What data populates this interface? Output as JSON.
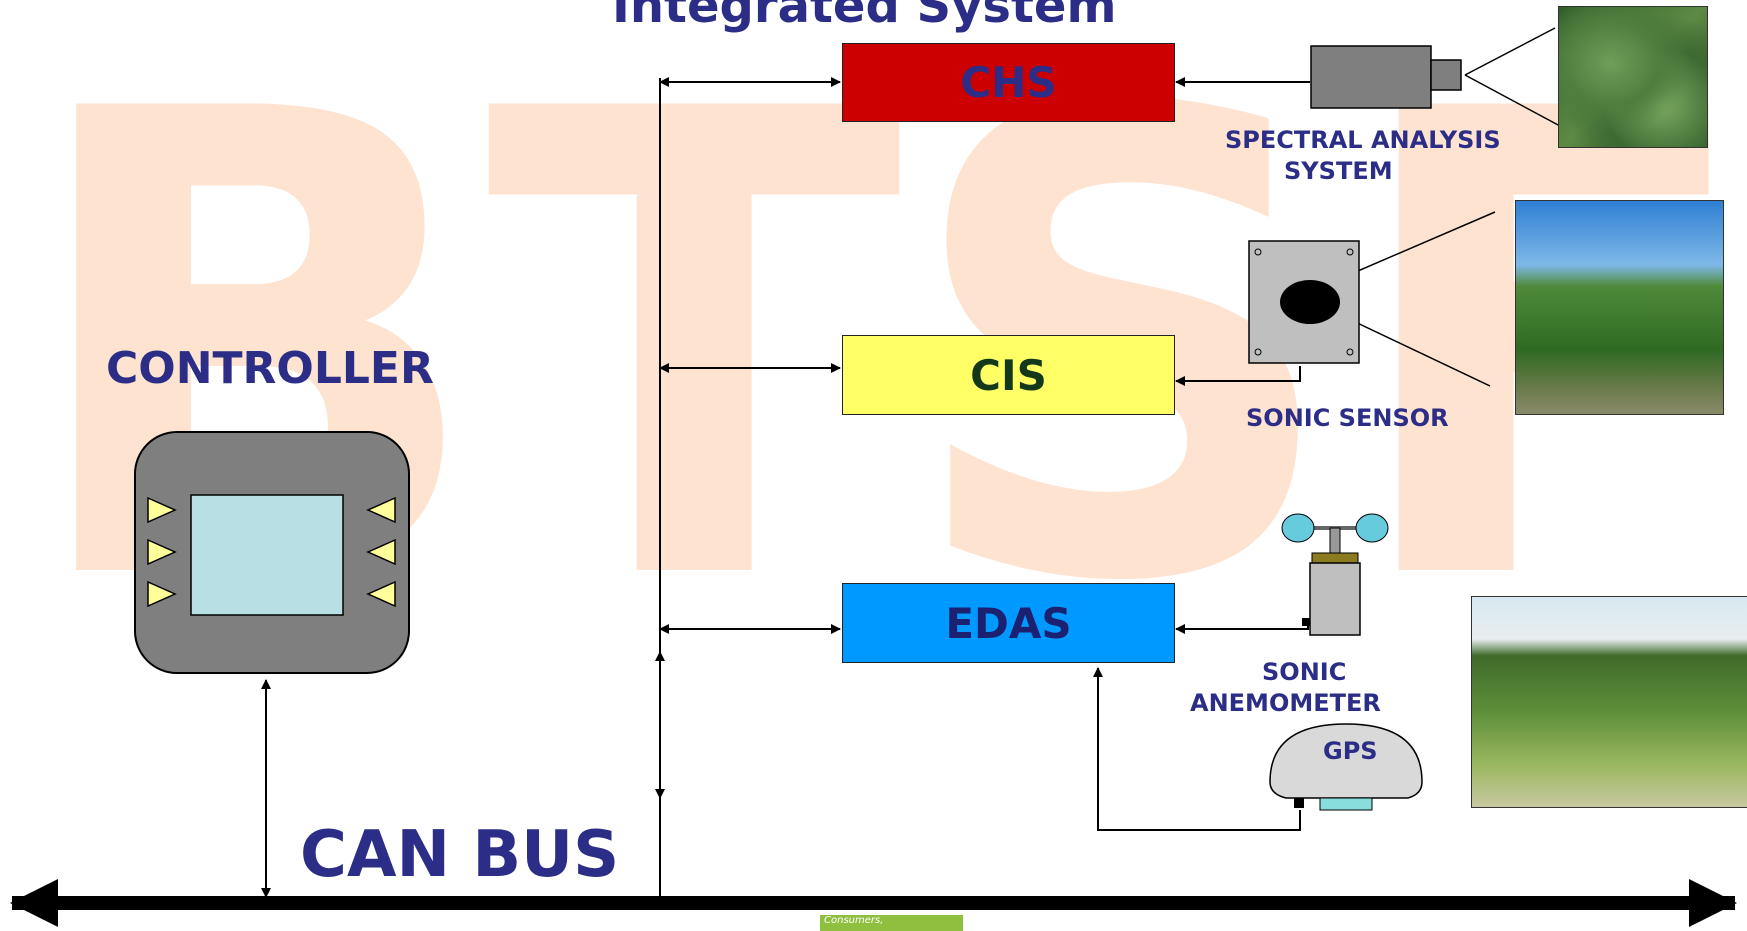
{
  "title": "Integrated System",
  "watermark": "BTSF",
  "controller": {
    "label": "CONTROLLER"
  },
  "modules": {
    "chs": "CHS",
    "cis": "CIS",
    "edas": "EDAS"
  },
  "sensors": {
    "spectral_line1": "SPECTRAL ANALYSIS",
    "spectral_line2": "SYSTEM",
    "sonic_sensor": "SONIC SENSOR",
    "anemometer_line1": "SONIC",
    "anemometer_line2": "ANEMOMETER",
    "gps": "GPS"
  },
  "bus": {
    "label": "CAN BUS"
  },
  "footer_tag": "Consumers,",
  "colors": {
    "chs": "#cc0000",
    "cis": "#ffff66",
    "edas": "#0099ff",
    "label": "#2b2d86",
    "watermark": "#fde3d0",
    "controller_body": "#7f7f7f",
    "controller_screen": "#b8dfe3",
    "triangle": "#ffff99"
  }
}
